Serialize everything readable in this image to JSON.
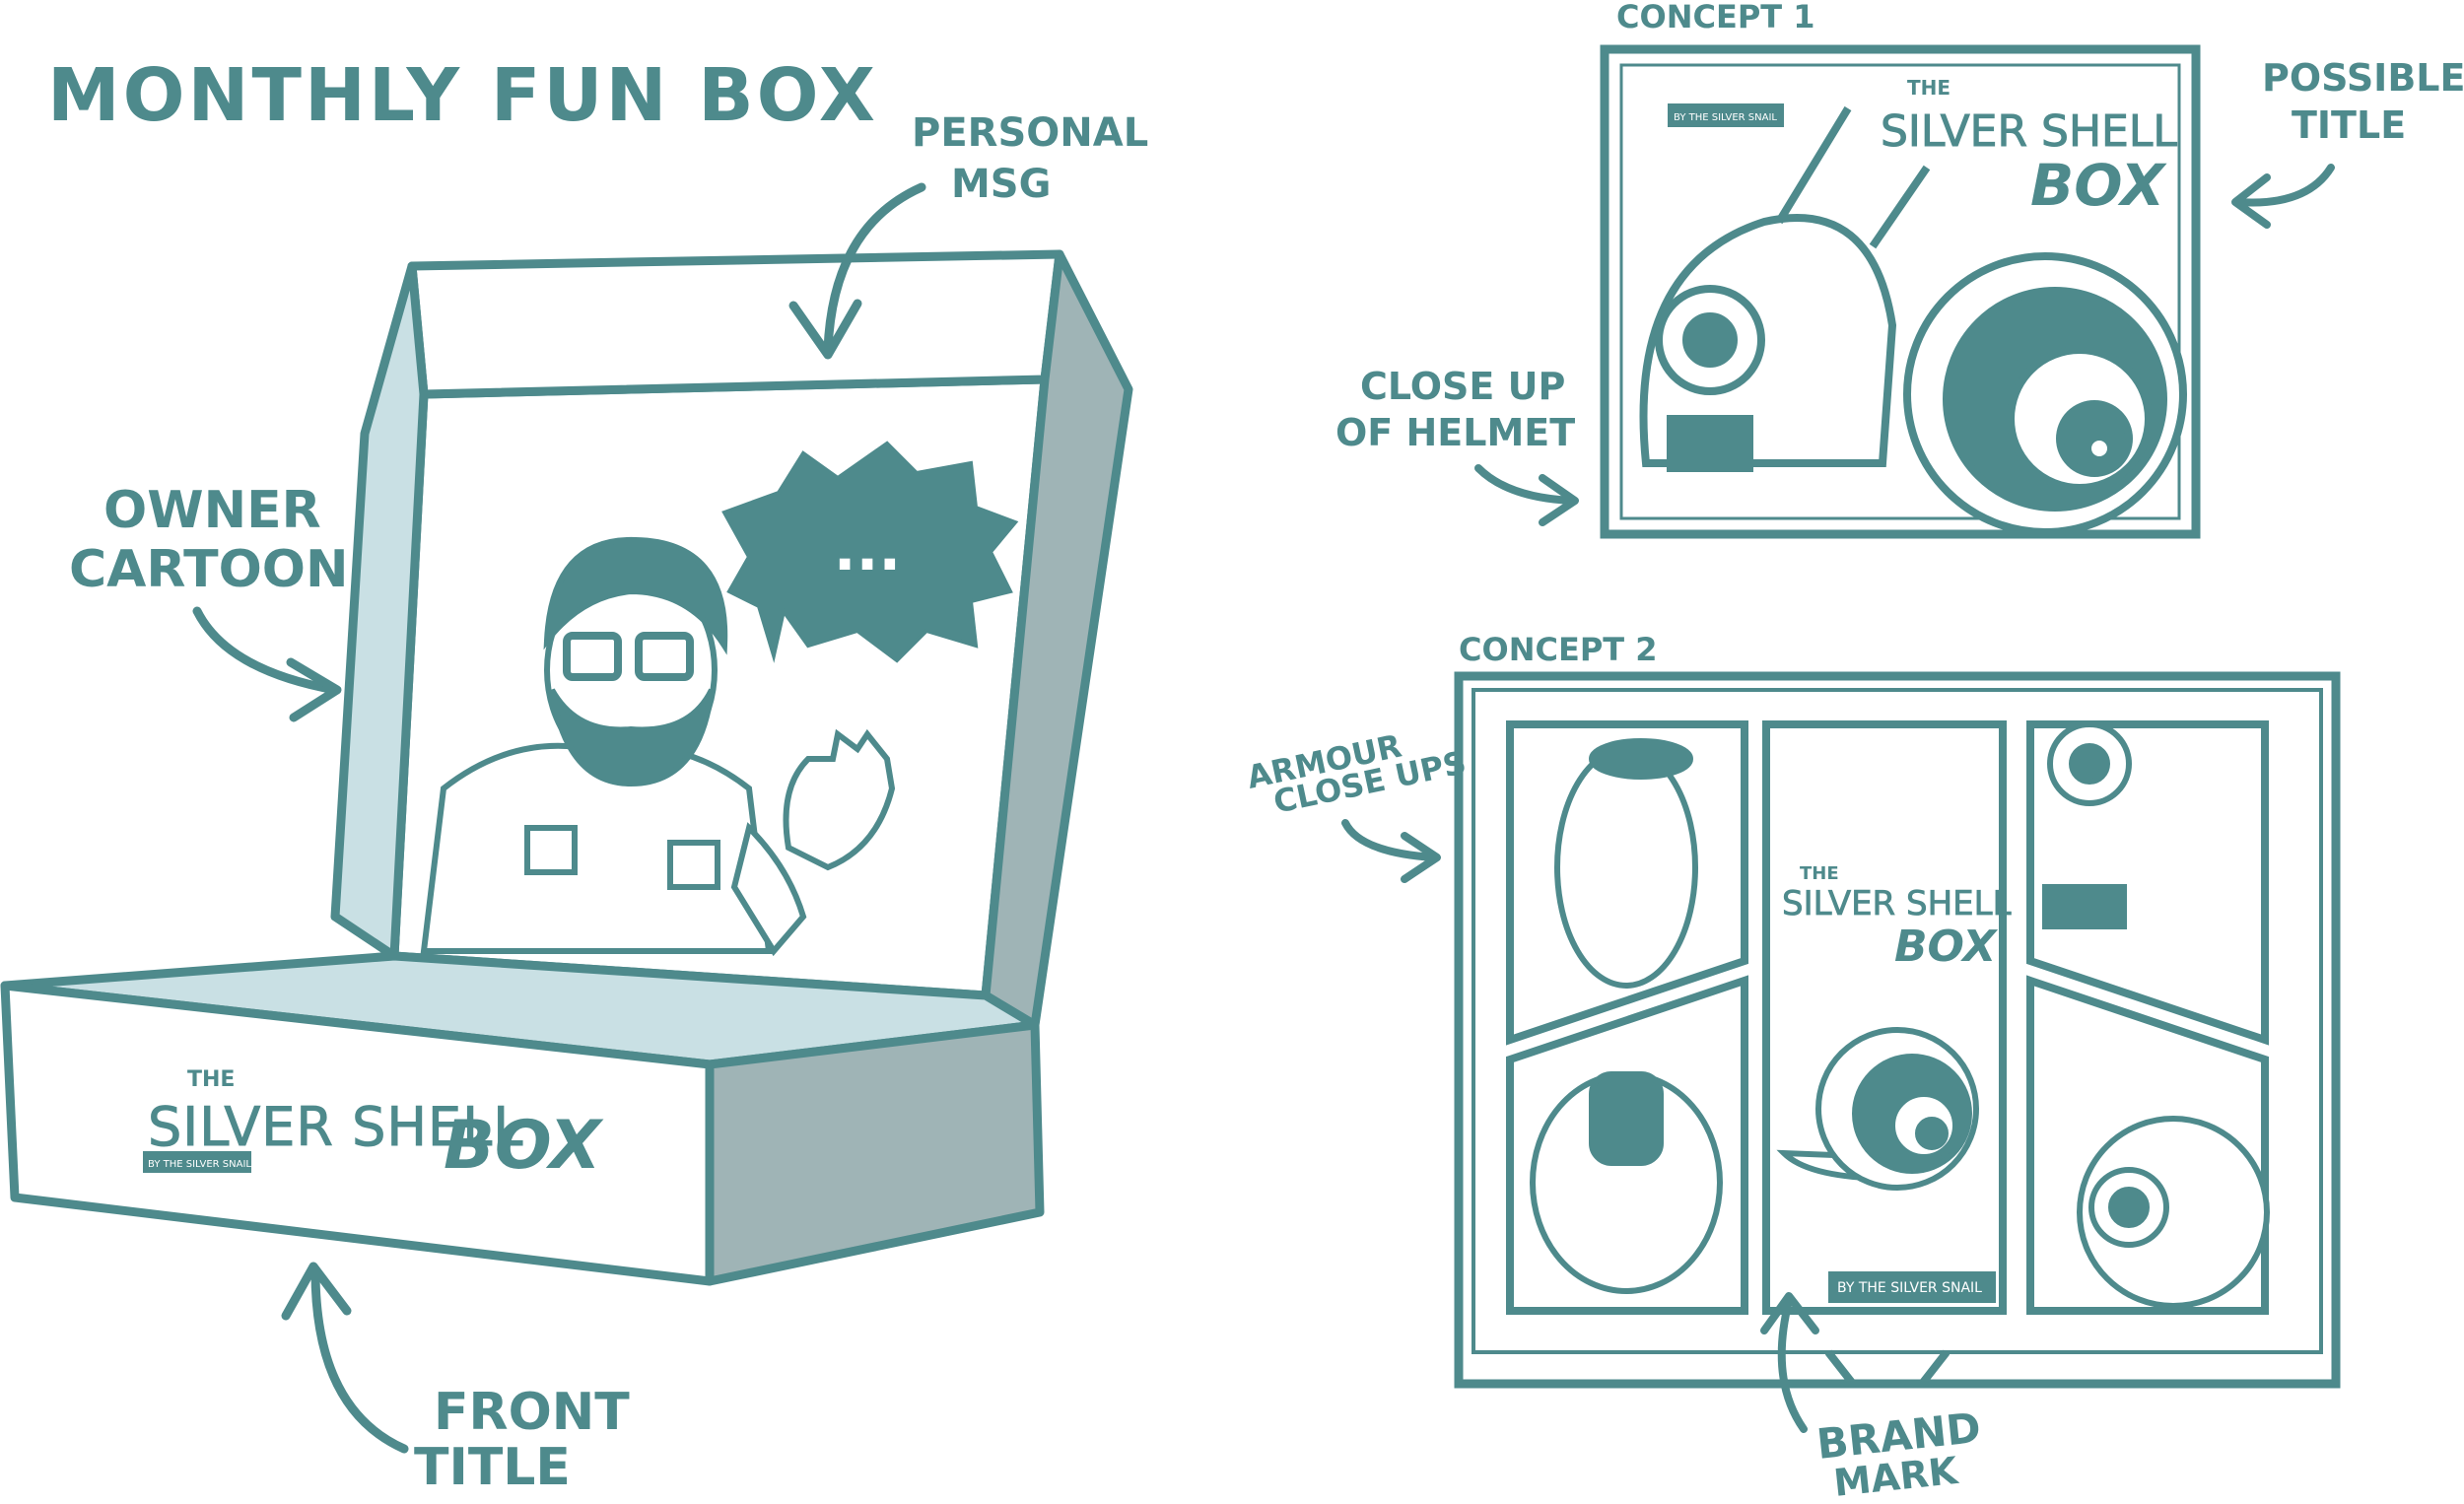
{
  "colors": {
    "ink": "#4e8a8c",
    "light_flap": "#c9e0e4",
    "side_grey": "#9fb4b6",
    "paper": "#ffffff"
  },
  "title": "MONTHLY FUN BOX",
  "annotations": {
    "personal_msg_line1": "PERSONAL",
    "personal_msg_line2": "MSG",
    "owner_cartoon_line1": "OWNER",
    "owner_cartoon_line2": "CARTOON",
    "front_title_line1": "FRONT",
    "front_title_line2": "TITLE",
    "concept1": "CONCEPT 1",
    "possible_title_line1": "POSSIBLE",
    "possible_title_line2": "TITLE",
    "close_up_line1": "CLOSE UP",
    "close_up_line2": "OF HELMET",
    "concept2": "CONCEPT 2",
    "armour_line1": "ARMOUR",
    "armour_line2": "CLOSE UPS",
    "brand_mark_line1": "BRAND",
    "brand_mark_line2": "MARK"
  },
  "box_logo": {
    "the": "THE",
    "silver_shell": "SILVER SHELL",
    "box": "BOX",
    "byline": "BY THE SILVER SNAIL"
  },
  "speech_bubble": "...",
  "icons": [
    "snail-helmet-icon",
    "snail-shell-icon",
    "armour-piece-icon",
    "waving-man-icon"
  ]
}
